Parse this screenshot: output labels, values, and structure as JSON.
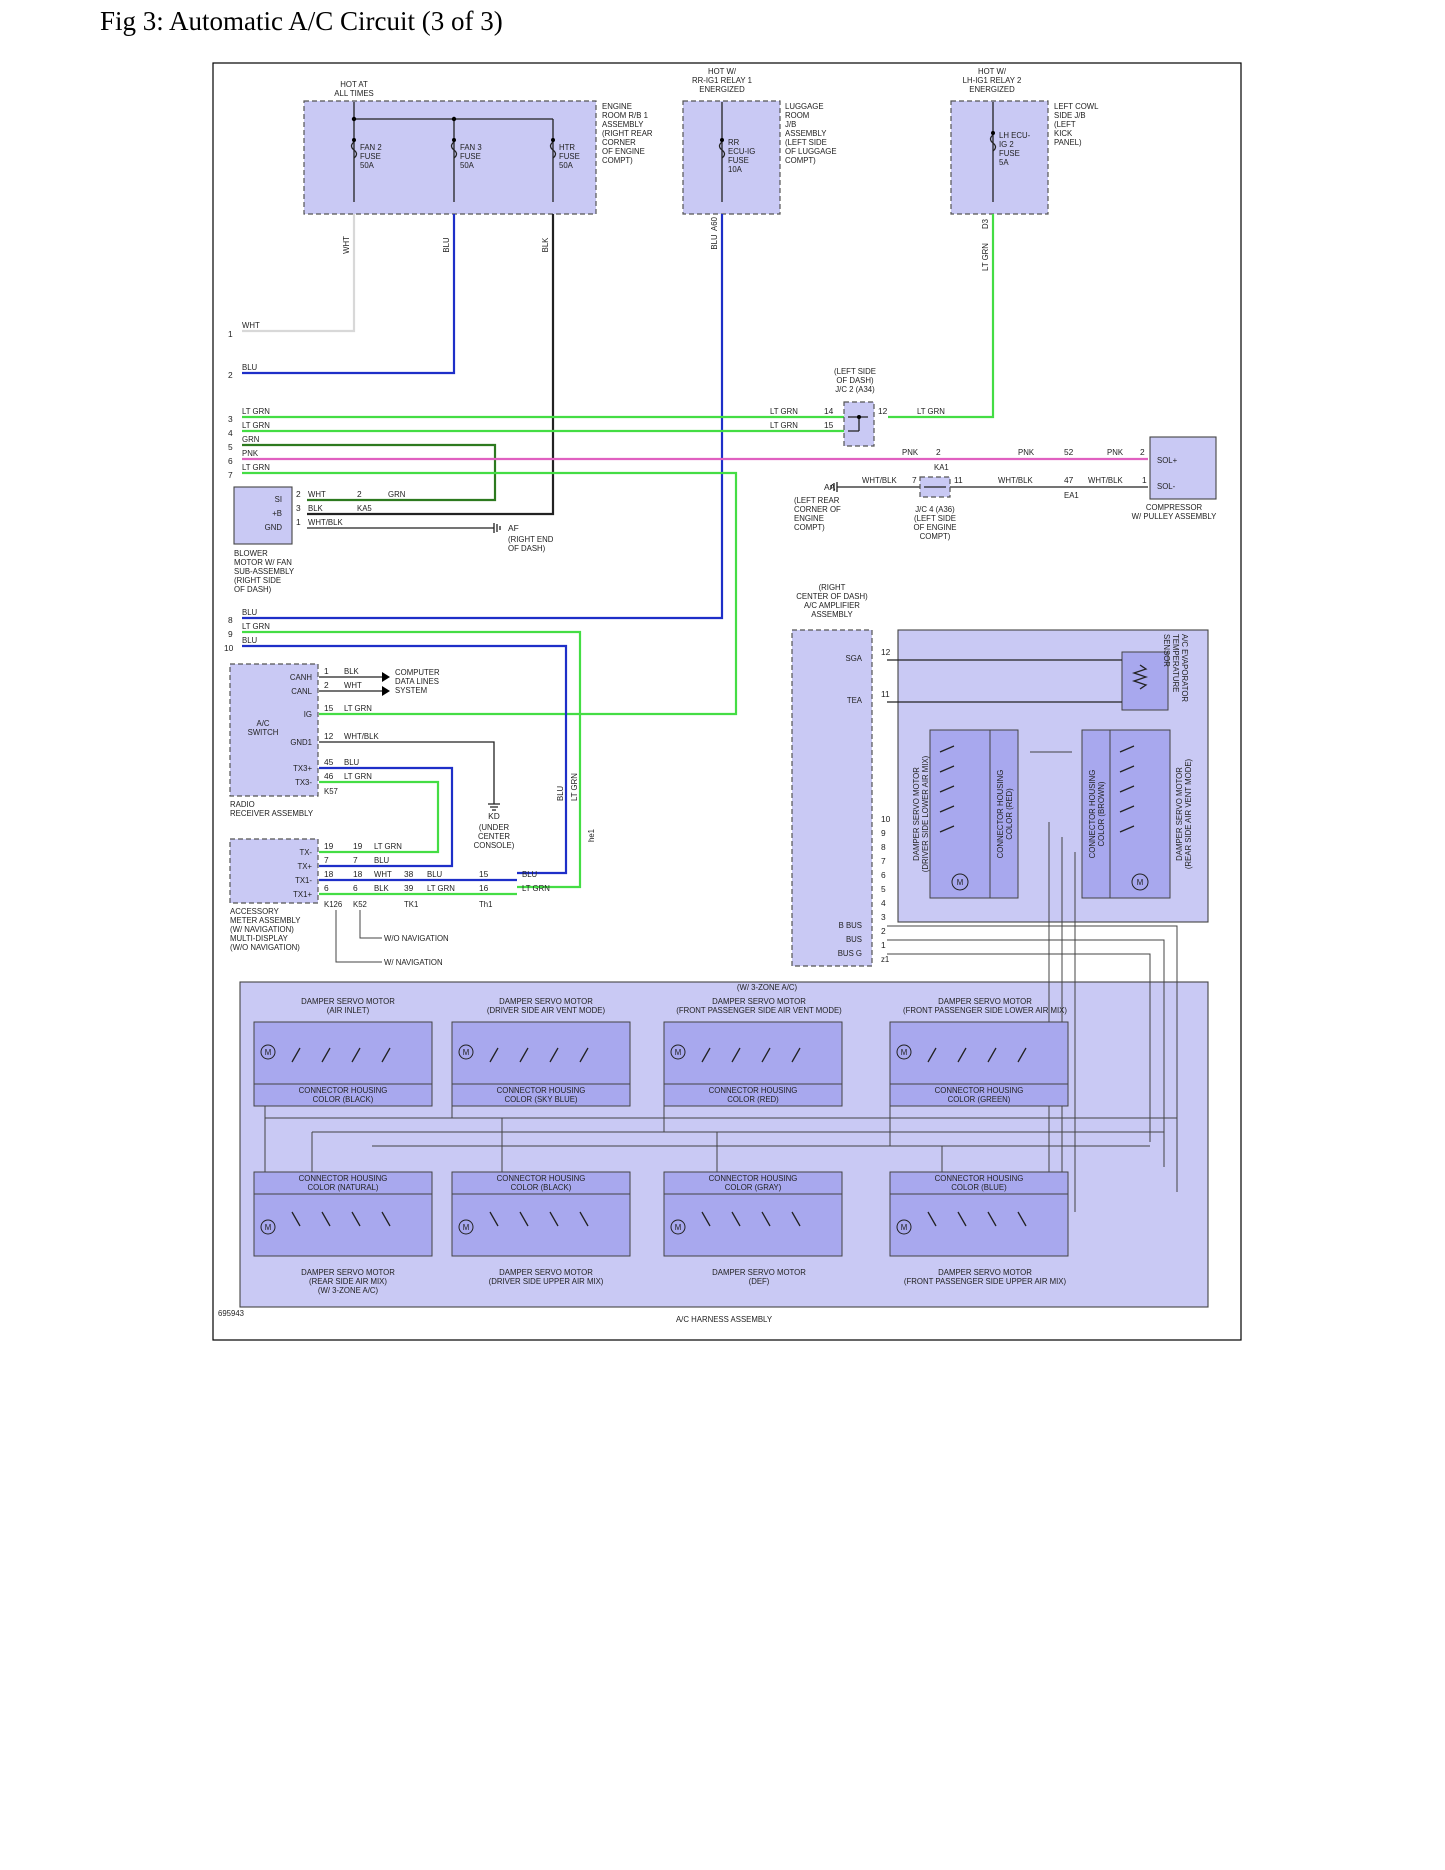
{
  "title": "Fig 3: Automatic A/C Circuit (3 of 3)",
  "colors": {
    "wht": "#d8d8d8",
    "blu": "#1e2fc8",
    "blk": "#222222",
    "ltgrn": "#44dd44",
    "grn": "#2d7a1f",
    "pnk": "#e060c0",
    "component_fill": "#c9c9f4",
    "inner_fill": "#a8a8ee"
  },
  "power": {
    "hot_at_all_times": "HOT AT\nALL TIMES",
    "hot_rr_ig1": "HOT W/\nRR-IG1 RELAY 1\nENERGIZED",
    "hot_lh_ig1": "HOT W/\nLH-IG1 RELAY 2\nENERGIZED"
  },
  "fuse_boxes": {
    "engine_room": "ENGINE\nROOM R/B 1\nASSEMBLY\n(RIGHT REAR\nCORNER\nOF ENGINE\nCOMPT)",
    "luggage": "LUGGAGE\nROOM\nJ/B\nASSEMBLY\n(LEFT SIDE\nOF LUGGAGE\nCOMPT)",
    "cowl": "LEFT COWL\nSIDE J/B\n(LEFT\nKICK\nPANEL)"
  },
  "fuses": {
    "fan2": "FAN 2\nFUSE\n50A",
    "fan3": "FAN 3\nFUSE\n50A",
    "htr": "HTR\nFUSE\n50A",
    "rr_ecu": "RR\nECU-IG\nFUSE\n10A",
    "lh_ecu": "LH ECU-\nIG 2\nFUSE\n5A"
  },
  "wire_colors": {
    "wht": "WHT",
    "blu": "BLU",
    "blk": "BLK",
    "lt_grn": "LT GRN",
    "grn": "GRN",
    "pnk": "PNK",
    "wht_blk": "WHT/BLK"
  },
  "connectors": {
    "a60": "A60",
    "d3": "D3",
    "ka5": "KA5",
    "ka1": "KA1",
    "ea1": "EA1",
    "k57": "K57",
    "k126": "K126",
    "k52": "K52",
    "tk1": "TK1",
    "th1": "Th1",
    "he1": "he1",
    "z1": "z1"
  },
  "pins": {
    "p1": "1",
    "p2": "2",
    "p3": "3",
    "p4": "4",
    "p5": "5",
    "p6": "6",
    "p7": "7",
    "p8": "8",
    "p9": "9",
    "p10": "10",
    "p11": "11",
    "p12": "12",
    "p14": "14",
    "p15": "15",
    "p16": "16",
    "p18": "18",
    "p19": "19",
    "p38": "38",
    "p39": "39",
    "p45": "45",
    "p46": "46",
    "p47": "47",
    "p52": "52"
  },
  "junctions": {
    "jc2": "(LEFT SIDE\nOF DASH)\nJ/C 2 (A34)",
    "jc4": "J/C 4 (A36)\n(LEFT SIDE\nOF ENGINE\nCOMPT)"
  },
  "grounds": {
    "aa": "AA",
    "aa_loc": "(LEFT REAR\nCORNER OF\nENGINE\nCOMPT)",
    "af": "AF",
    "af_loc": "(RIGHT END\nOF DASH)",
    "kd": "KD",
    "kd_loc": "(UNDER\nCENTER\nCONSOLE)"
  },
  "compressor": {
    "sol_plus": "SOL+",
    "sol_minus": "SOL-",
    "name": "COMPRESSOR\nW/ PULLEY ASSEMBLY"
  },
  "blower": {
    "si": "SI",
    "b": "+B",
    "gnd": "GND",
    "name": "BLOWER\nMOTOR W/ FAN\nSUB-ASSEMBLY\n(RIGHT SIDE\nOF DASH)"
  },
  "radio": {
    "canh": "CANH",
    "canl": "CANL",
    "ig": "IG",
    "ac_switch": "A/C\nSWITCH",
    "gnd1": "GND1",
    "tx3p": "TX3+",
    "tx3m": "TX3-",
    "name": "RADIO\nRECEIVER ASSEMBLY",
    "computer": "COMPUTER\nDATA LINES\nSYSTEM"
  },
  "meter": {
    "txm": "TX-",
    "txp": "TX+",
    "tx1m": "TX1-",
    "tx1p": "TX1+",
    "name": "ACCESSORY\nMETER ASSEMBLY\n(W/ NAVIGATION)\nMULTI-DISPLAY\n(W/O NAVIGATION)",
    "wo_nav": "W/O NAVIGATION",
    "w_nav": "W/ NAVIGATION"
  },
  "amplifier": {
    "name": "(RIGHT\nCENTER OF DASH)\nA/C AMPLIFIER\nASSEMBLY",
    "sga": "SGA",
    "tea": "TEA",
    "b_bus": "B BUS",
    "bus": "BUS",
    "bus_g": "BUS G"
  },
  "harness": {
    "evap_sensor": "A/C EVAPORATOR\nTEMPERATURE\nSENSOR",
    "servo_driver_lower": "DAMPER SERVO MOTOR\n(DRIVER SIDE LOWER AIR MIX)",
    "conn_red_v": "CONNECTOR HOUSING\nCOLOR (RED)",
    "conn_brown_v": "CONNECTOR HOUSING\nCOLOR (BROWN)",
    "servo_rear_vent": "DAMPER SERVO MOTOR\n(REAR SIDE AIR VENT MODE)",
    "three_zone": "(W/ 3-ZONE A/C)",
    "top_servos": [
      {
        "name": "DAMPER SERVO MOTOR\n(AIR INLET)",
        "conn": "CONNECTOR HOUSING\nCOLOR (BLACK)"
      },
      {
        "name": "DAMPER SERVO MOTOR\n(DRIVER SIDE AIR VENT MODE)",
        "conn": "CONNECTOR HOUSING\nCOLOR (SKY BLUE)"
      },
      {
        "name": "DAMPER SERVO MOTOR\n(FRONT PASSENGER SIDE AIR VENT MODE)",
        "conn": "CONNECTOR HOUSING\nCOLOR (RED)"
      },
      {
        "name": "DAMPER SERVO MOTOR\n(FRONT PASSENGER SIDE LOWER AIR MIX)",
        "conn": "CONNECTOR HOUSING\nCOLOR (GREEN)"
      }
    ],
    "bottom_servos": [
      {
        "name": "DAMPER SERVO MOTOR\n(REAR SIDE AIR MIX)\n(W/ 3-ZONE A/C)",
        "conn": "CONNECTOR HOUSING\nCOLOR (NATURAL)"
      },
      {
        "name": "DAMPER SERVO MOTOR\n(DRIVER SIDE UPPER AIR MIX)",
        "conn": "CONNECTOR HOUSING\nCOLOR (BLACK)"
      },
      {
        "name": "DAMPER SERVO MOTOR\n(DEF)",
        "conn": "CONNECTOR HOUSING\nCOLOR (GRAY)"
      },
      {
        "name": "DAMPER SERVO MOTOR\n(FRONT PASSENGER SIDE UPPER AIR MIX)",
        "conn": "CONNECTOR HOUSING\nCOLOR (BLUE)"
      }
    ],
    "motor": "M",
    "name": "A/C HARNESS ASSEMBLY"
  },
  "figure_id": "695943"
}
